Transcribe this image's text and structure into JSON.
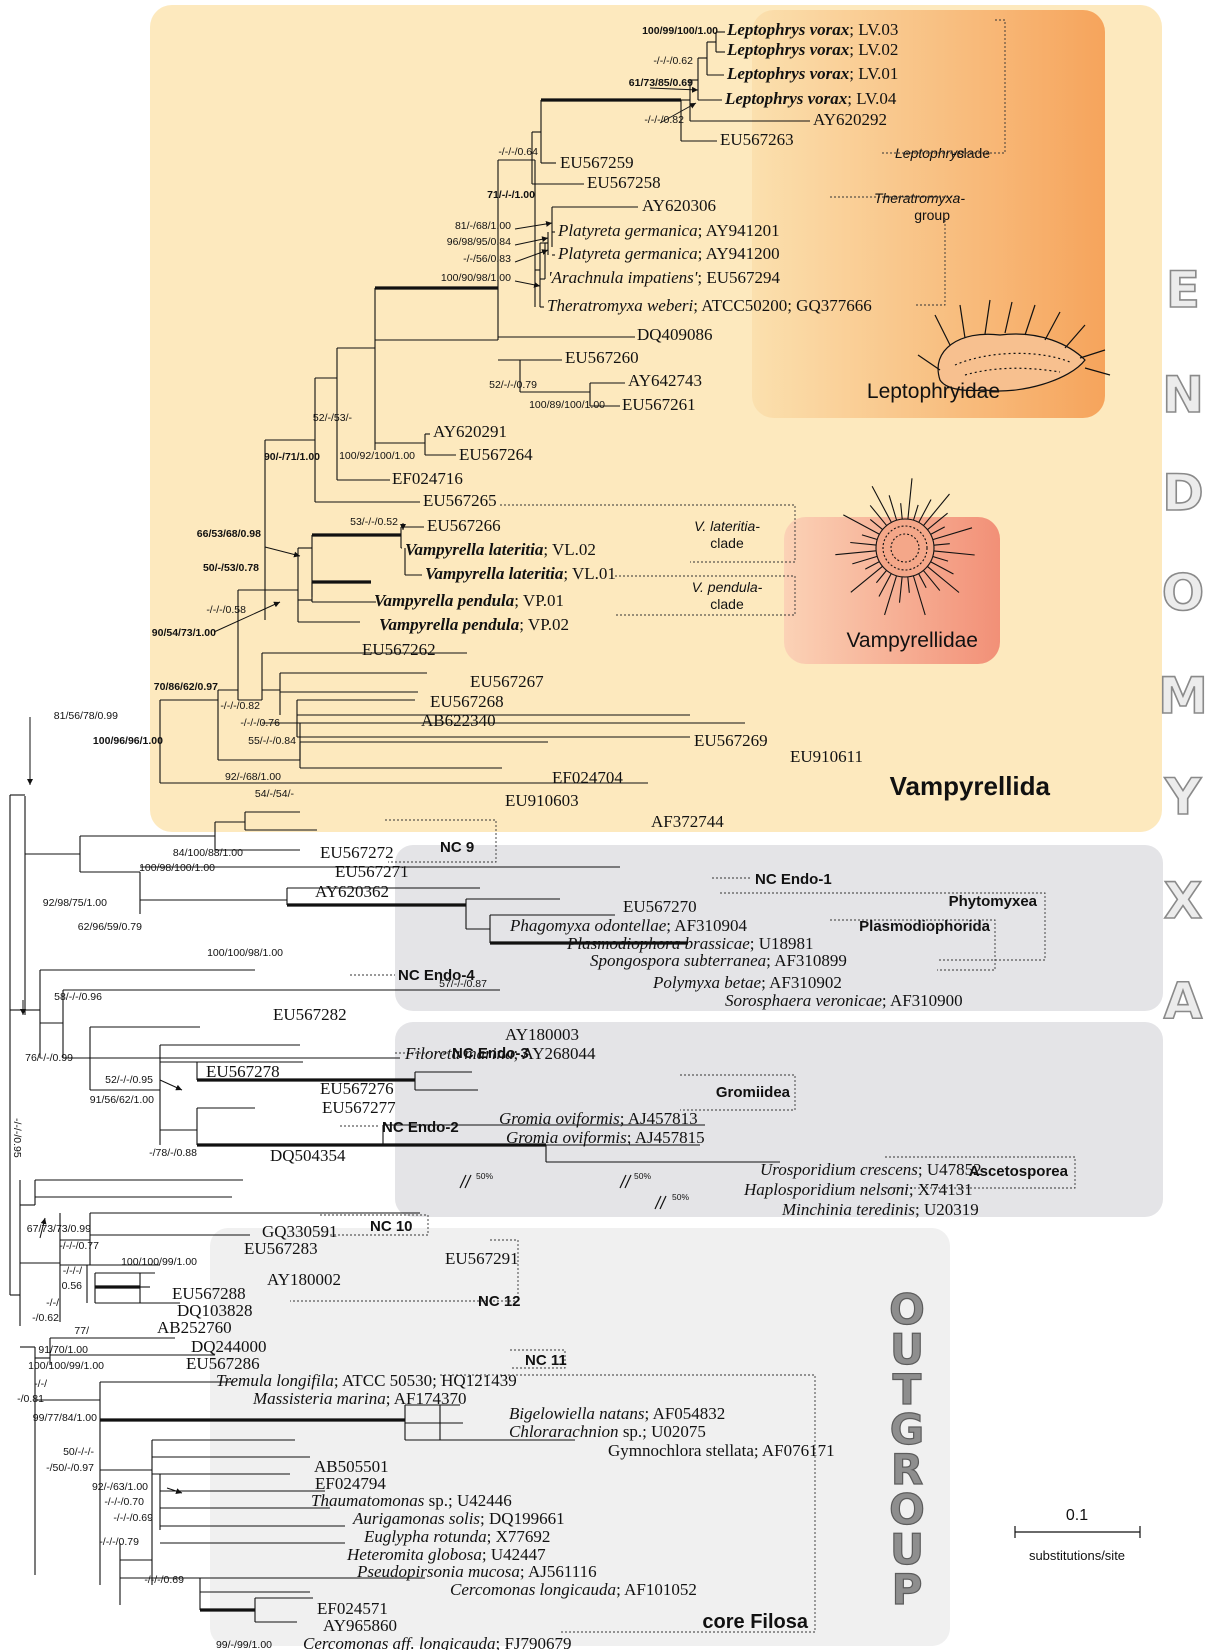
{
  "big_labels": {
    "endomyxa": [
      "E",
      "N",
      "D",
      "O",
      "M",
      "Y",
      "X",
      "A"
    ],
    "outgroup": [
      "O",
      "U",
      "T",
      "G",
      "R",
      "O",
      "U",
      "P"
    ]
  },
  "clade_labels": {
    "vampyrellida": "Vampyrellida",
    "leptophryidae": "Leptophryidae",
    "vampyrellidae": "Vampyrellidae",
    "core_filosa": "core Filosa",
    "leptophrys_clade_a": "Leptophrys",
    "leptophrys_clade_b": "-clade",
    "theratromyxa_a": "Theratromyxa-",
    "theratromyxa_b": "group",
    "v_lateritia_a": "V. lateritia-",
    "v_lateritia_b": "clade",
    "v_pendula_a": "V. pendula-",
    "v_pendula_b": "clade",
    "nc9": "NC 9",
    "nc_endo1": "NC Endo-1",
    "phytomyxea": "Phytomyxea",
    "plasmodiophorida": "Plasmodiophorida",
    "nc_endo4": "NC Endo-4",
    "nc_endo3": "NC Endo-3",
    "gromiidea": "Gromiidea",
    "nc_endo2": "NC Endo-2",
    "ascetosporea": "Ascetosporea",
    "nc10": "NC 10",
    "nc12": "NC 12",
    "nc11": "NC 11"
  },
  "scale_bar": {
    "value": "0.1",
    "unit": "substitutions/site"
  },
  "cut_marks": {
    "a": "50%",
    "b": "50%",
    "c": "50%"
  },
  "taxa": [
    {
      "id": "t1",
      "genus": "Leptophrys vorax",
      "acc": "; LV.03"
    },
    {
      "id": "t2",
      "genus": "Leptophrys vorax",
      "acc": "; LV.02"
    },
    {
      "id": "t3",
      "genus": "Leptophrys vorax",
      "acc": "; LV.01"
    },
    {
      "id": "t4",
      "genus": "Leptophrys vorax",
      "acc": "; LV.04"
    },
    {
      "id": "t5",
      "genus": "",
      "acc": "AY620292"
    },
    {
      "id": "t6",
      "genus": "",
      "acc": "EU567263"
    },
    {
      "id": "t7",
      "genus": "",
      "acc": "EU567259"
    },
    {
      "id": "t8",
      "genus": "",
      "acc": "EU567258"
    },
    {
      "id": "t9",
      "genus": "",
      "acc": "AY620306"
    },
    {
      "id": "t10",
      "genus": "Platyreta germanica",
      "acc": "; AY941201"
    },
    {
      "id": "t11",
      "genus": "Platyreta germanica",
      "acc": "; AY941200"
    },
    {
      "id": "t12",
      "genus": "'Arachnula impatiens'",
      "acc": "; EU567294"
    },
    {
      "id": "t13",
      "genus": "Theratromyxa weberi",
      "acc": "; ATCC50200; GQ377666"
    },
    {
      "id": "t14",
      "genus": "",
      "acc": "DQ409086"
    },
    {
      "id": "t15",
      "genus": "",
      "acc": "EU567260"
    },
    {
      "id": "t16",
      "genus": "",
      "acc": "AY642743"
    },
    {
      "id": "t17",
      "genus": "",
      "acc": "EU567261"
    },
    {
      "id": "t18",
      "genus": "",
      "acc": "AY620291"
    },
    {
      "id": "t19",
      "genus": "",
      "acc": "EU567264"
    },
    {
      "id": "t20",
      "genus": "",
      "acc": "EF024716"
    },
    {
      "id": "t21",
      "genus": "",
      "acc": "EU567265"
    },
    {
      "id": "t22",
      "genus": "",
      "acc": "EU567266"
    },
    {
      "id": "t23",
      "genus": "Vampyrella lateritia",
      "acc": "; VL.02"
    },
    {
      "id": "t24",
      "genus": "Vampyrella lateritia",
      "acc": "; VL.01"
    },
    {
      "id": "t25",
      "genus": "Vampyrella pendula",
      "acc": "; VP.01"
    },
    {
      "id": "t26",
      "genus": "Vampyrella pendula",
      "acc": "; VP.02"
    },
    {
      "id": "t27",
      "genus": "",
      "acc": "EU567262"
    },
    {
      "id": "t28",
      "genus": "",
      "acc": "EU567267"
    },
    {
      "id": "t29",
      "genus": "",
      "acc": "EU567268"
    },
    {
      "id": "t30",
      "genus": "",
      "acc": "AB622340"
    },
    {
      "id": "t31",
      "genus": "",
      "acc": "EU567269"
    },
    {
      "id": "t32",
      "genus": "",
      "acc": "EU910611"
    },
    {
      "id": "t33",
      "genus": "",
      "acc": "EF024704"
    },
    {
      "id": "t34",
      "genus": "",
      "acc": "EU910603"
    },
    {
      "id": "t35",
      "genus": "",
      "acc": "AF372744"
    },
    {
      "id": "t36",
      "genus": "",
      "acc": "EU567272"
    },
    {
      "id": "t37",
      "genus": "",
      "acc": "EU567271"
    },
    {
      "id": "t38",
      "genus": "",
      "acc": "AY620362"
    },
    {
      "id": "t39",
      "genus": "",
      "acc": "EU567270"
    },
    {
      "id": "t40",
      "genus": "Phagomyxa odontellae",
      "acc": "; AF310904"
    },
    {
      "id": "t41",
      "genus": "Plasmodiophora brassicae",
      "acc": "; U18981"
    },
    {
      "id": "t42",
      "genus": "Spongospora subterranea",
      "acc": "; AF310899"
    },
    {
      "id": "t43",
      "genus": "Polymyxa betae",
      "acc": "; AF310902"
    },
    {
      "id": "t44",
      "genus": "Sorosphaera veronicae",
      "acc": "; AF310900"
    },
    {
      "id": "t45",
      "genus": "",
      "acc": "EU567282"
    },
    {
      "id": "t46",
      "genus": "",
      "acc": "AY180003"
    },
    {
      "id": "t47",
      "genus": "Filoreta marina",
      "acc": "; AY268044"
    },
    {
      "id": "t48",
      "genus": "",
      "acc": "EU567278"
    },
    {
      "id": "t49",
      "genus": "",
      "acc": "EU567276"
    },
    {
      "id": "t50",
      "genus": "",
      "acc": "EU567277"
    },
    {
      "id": "t51",
      "genus": "Gromia oviformis",
      "acc": "; AJ457813"
    },
    {
      "id": "t52",
      "genus": "Gromia oviformis",
      "acc": "; AJ457815"
    },
    {
      "id": "t53",
      "genus": "",
      "acc": "DQ504354"
    },
    {
      "id": "t54",
      "genus": "Urosporidium crescens",
      "acc": "; U47852"
    },
    {
      "id": "t55",
      "genus": "Haplosporidium nelsoni",
      "acc": "; X74131"
    },
    {
      "id": "t56",
      "genus": "Minchinia teredinis",
      "acc": "; U20319"
    },
    {
      "id": "t57",
      "genus": "",
      "acc": "GQ330591"
    },
    {
      "id": "t58",
      "genus": "",
      "acc": "EU567283"
    },
    {
      "id": "t59",
      "genus": "",
      "acc": "EU567291"
    },
    {
      "id": "t60",
      "genus": "",
      "acc": "AY180002"
    },
    {
      "id": "t61",
      "genus": "",
      "acc": "EU567288"
    },
    {
      "id": "t62",
      "genus": "",
      "acc": "DQ103828"
    },
    {
      "id": "t63",
      "genus": "",
      "acc": "AB252760"
    },
    {
      "id": "t64",
      "genus": "",
      "acc": "DQ244000"
    },
    {
      "id": "t65",
      "genus": "",
      "acc": "EU567286"
    },
    {
      "id": "t66",
      "genus": "Tremula longifila",
      "acc": "; ATCC 50530; HQ121439"
    },
    {
      "id": "t67",
      "genus": "Massisteria marina",
      "acc": "; AF174370"
    },
    {
      "id": "t68",
      "genus": "Bigelowiella natans",
      "acc": "; AF054832"
    },
    {
      "id": "t69",
      "genus": "Chlorarachnion",
      "acc": " sp.; U02075"
    },
    {
      "id": "t70",
      "genus": "",
      "acc": "Gymnochlora stellata; AF076171"
    },
    {
      "id": "t71",
      "genus": "",
      "acc": "AB505501"
    },
    {
      "id": "t72",
      "genus": "",
      "acc": "EF024794"
    },
    {
      "id": "t73",
      "genus": "Thaumatomonas",
      "acc": " sp.; U42446"
    },
    {
      "id": "t74",
      "genus": "Aurigamonas solis",
      "acc": "; DQ199661"
    },
    {
      "id": "t75",
      "genus": "Euglypha rotunda",
      "acc": "; X77692"
    },
    {
      "id": "t76",
      "genus": "Heteromita globosa",
      "acc": "; U42447"
    },
    {
      "id": "t77",
      "genus": "Pseudopirsonia mucosa",
      "acc": "; AJ561116"
    },
    {
      "id": "t78",
      "genus": "Cercomonas longicauda",
      "acc": "; AF101052"
    },
    {
      "id": "t79",
      "genus": "",
      "acc": "EF024571"
    },
    {
      "id": "t80",
      "genus": "",
      "acc": "AY965860"
    },
    {
      "id": "t81",
      "genus": "Cercomonas aff. longicauda",
      "acc": "; FJ790679"
    }
  ],
  "supports": [
    {
      "id": "s1",
      "text": "100/99/100/1.00",
      "bold": true
    },
    {
      "id": "s2",
      "text": "-/-/-/0.62",
      "bold": false
    },
    {
      "id": "s3",
      "text": "61/73/85/0.69",
      "bold": true
    },
    {
      "id": "s4",
      "text": "-/-/-/0.82",
      "bold": false
    },
    {
      "id": "s5",
      "text": "-/-/-/0.64",
      "bold": false
    },
    {
      "id": "s6",
      "text": "71/-/-/1.00",
      "bold": true
    },
    {
      "id": "s7",
      "text": "81/-/68/1.00",
      "bold": false
    },
    {
      "id": "s8",
      "text": "96/98/95/0.84",
      "bold": false
    },
    {
      "id": "s9",
      "text": "-/-/56/0.83",
      "bold": false
    },
    {
      "id": "s10",
      "text": "100/90/98/1.00",
      "bold": false
    },
    {
      "id": "s11",
      "text": "52/-/-/0.79",
      "bold": false
    },
    {
      "id": "s12",
      "text": "100/89/100/1.00",
      "bold": false
    },
    {
      "id": "s13",
      "text": "52/-/53/-",
      "bold": false
    },
    {
      "id": "s14",
      "text": "100/92/100/1.00",
      "bold": false
    },
    {
      "id": "s15",
      "text": "90/-/71/1.00",
      "bold": true
    },
    {
      "id": "s16",
      "text": "53/-/-/0.52",
      "bold": false
    },
    {
      "id": "s17",
      "text": "66/53/68/0.98",
      "bold": true
    },
    {
      "id": "s18",
      "text": "50/-/53/0.78",
      "bold": true
    },
    {
      "id": "s19",
      "text": "-/-/-/0.58",
      "bold": false
    },
    {
      "id": "s20",
      "text": "90/54/73/1.00",
      "bold": true
    },
    {
      "id": "s21",
      "text": "70/86/62/0.97",
      "bold": true
    },
    {
      "id": "s22",
      "text": "-/-/-/0.82",
      "bold": false
    },
    {
      "id": "s23",
      "text": "-/-/-/0.76",
      "bold": false
    },
    {
      "id": "s24",
      "text": "55/-/-/0.84",
      "bold": false
    },
    {
      "id": "s25",
      "text": "81/56/78/0.99",
      "bold": false
    },
    {
      "id": "s26",
      "text": "100/96/96/1.00",
      "bold": true
    },
    {
      "id": "s27",
      "text": "92/-/68/1.00",
      "bold": false
    },
    {
      "id": "s28",
      "text": "54/-/54/-",
      "bold": false
    },
    {
      "id": "s29",
      "text": "84/100/88/1.00",
      "bold": false
    },
    {
      "id": "s30",
      "text": "100/98/100/1.00",
      "bold": false
    },
    {
      "id": "s31",
      "text": "92/98/75/1.00",
      "bold": false
    },
    {
      "id": "s32",
      "text": "62/96/59/0.79",
      "bold": false
    },
    {
      "id": "s33",
      "text": "100/100/98/1.00",
      "bold": false
    },
    {
      "id": "s34",
      "text": "57/-/-/0.87",
      "bold": false
    },
    {
      "id": "s35",
      "text": "58/-/-/0.96",
      "bold": false
    },
    {
      "id": "s36",
      "text": "76/-/-/0.99",
      "bold": false
    },
    {
      "id": "s37",
      "text": "52/-/-/0.95",
      "bold": false
    },
    {
      "id": "s38",
      "text": "91/56/62/1.00",
      "bold": false
    },
    {
      "id": "s39",
      "text": "-/78/-/0.88",
      "bold": false
    },
    {
      "id": "s40",
      "text": "-/-/-/0.95",
      "bold": false
    },
    {
      "id": "s41",
      "text": "67/73/73/0.99",
      "bold": false
    },
    {
      "id": "s42",
      "text": "-/-/-/0.77",
      "bold": false
    },
    {
      "id": "s43",
      "text": "100/100/99/1.00",
      "bold": false
    },
    {
      "id": "s44",
      "text": "-/-/-/",
      "bold": false
    },
    {
      "id": "s45",
      "text": "0.56",
      "bold": false
    },
    {
      "id": "s46",
      "text": "-/-/",
      "bold": false
    },
    {
      "id": "s47",
      "text": "-/0.62",
      "bold": false
    },
    {
      "id": "s48",
      "text": "77/",
      "bold": false
    },
    {
      "id": "s49",
      "text": "91/70/1.00",
      "bold": false
    },
    {
      "id": "s50",
      "text": "100/100/99/1.00",
      "bold": false
    },
    {
      "id": "s51",
      "text": "-/-/",
      "bold": false
    },
    {
      "id": "s52",
      "text": "-/0.81",
      "bold": false
    },
    {
      "id": "s53",
      "text": "99/77/84/1.00",
      "bold": false
    },
    {
      "id": "s54",
      "text": "50/-/-/-",
      "bold": false
    },
    {
      "id": "s55",
      "text": "-/50/-/0.97",
      "bold": false
    },
    {
      "id": "s56",
      "text": "92/-/63/1.00",
      "bold": false
    },
    {
      "id": "s57",
      "text": "-/-/-/0.70",
      "bold": false
    },
    {
      "id": "s58",
      "text": "-/-/-/0.69",
      "bold": false
    },
    {
      "id": "s59",
      "text": "-/-/-/0.79",
      "bold": false
    },
    {
      "id": "s60",
      "text": "-/-/-/0.69",
      "bold": false
    },
    {
      "id": "s61",
      "text": "99/-/99/1.00",
      "bold": false
    }
  ]
}
